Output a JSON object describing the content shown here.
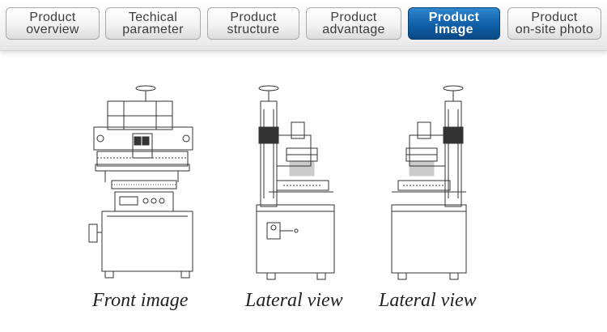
{
  "tabs": [
    {
      "line1": "Product",
      "line2": "overview",
      "active": false
    },
    {
      "line1": "Techical",
      "line2": "parameter",
      "active": false
    },
    {
      "line1": "Product",
      "line2": "structure",
      "active": false
    },
    {
      "line1": "Product",
      "line2": "advantage",
      "active": false
    },
    {
      "line1": "Product",
      "line2": "image",
      "active": true
    },
    {
      "line1": "Product",
      "line2": "on-site photo",
      "active": false
    }
  ],
  "captions": {
    "front": "Front image",
    "lateral_left": "Lateral view",
    "lateral_right": "Lateral view"
  },
  "colors": {
    "active_tab": "#1164ae",
    "tab_text": "#3c3c3c"
  }
}
